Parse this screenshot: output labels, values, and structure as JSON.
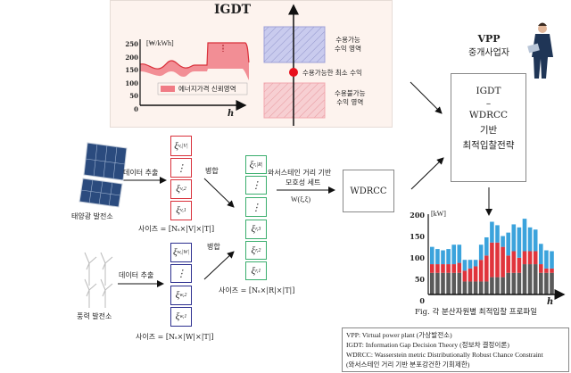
{
  "igdt_panel": {
    "title": "IGDT",
    "price_chart": {
      "unit": "[₩/kWh]",
      "y_ticks": [
        "250",
        "200",
        "150",
        "100",
        "50",
        "0"
      ],
      "x_label": "h",
      "legend": "에너지가격 신뢰영역"
    },
    "acceptable_region": [
      "수용가능",
      "수익 영역"
    ],
    "min_profit": "수용가능한 최소 수익",
    "unacceptable_region": [
      "수용불가능",
      "수익 영역"
    ],
    "colors": {
      "panel_bg": "#fdf3ee",
      "band": "#f07b85",
      "line": "#d9303a",
      "accept": "#9ea0d8",
      "reject": "#f2a7ad"
    }
  },
  "vpp": {
    "title": "VPP",
    "subtitle": "중개사업자"
  },
  "strategy_box": {
    "lines": [
      "IGDT",
      "–",
      "WDRCC",
      "기반",
      "최적입찰전략"
    ]
  },
  "wdrcc_box": {
    "label": "WDRCC"
  },
  "ambiguity": {
    "line1": "와서스테인 거리 기반",
    "line2": "모호성 세트",
    "formula": "W(ξ,ξ)",
    "formula_sub": "r  r"
  },
  "solar": {
    "label": "태양광 발전소",
    "extract": "데이터 추출",
    "merge": "병합",
    "cells": [
      {
        "sym": "ξ",
        "sub": "v,|V|"
      },
      {
        "sym": "⋮",
        "sub": ""
      },
      {
        "sym": "ξ",
        "sub": "v,2"
      },
      {
        "sym": "ξ",
        "sub": "v,1"
      }
    ],
    "size": "사이즈 = [Nₛ×|V|×|T|]"
  },
  "wind": {
    "label": "풍력 발전소",
    "extract": "데이터 추출",
    "merge": "병합",
    "cells": [
      {
        "sym": "ξ",
        "sub": "w,|W|"
      },
      {
        "sym": "⋮",
        "sub": ""
      },
      {
        "sym": "ξ",
        "sub": "w,2"
      },
      {
        "sym": "ξ",
        "sub": "w,1"
      }
    ],
    "size": "사이즈 = [Nₛ×|W|×|T|]"
  },
  "merged": {
    "cells": [
      {
        "sym": "ξ",
        "sub": "r,|R|"
      },
      {
        "sym": "⋮",
        "sub": ""
      },
      {
        "sym": "⋮",
        "sub": ""
      },
      {
        "sym": "ξ",
        "sub": "r,3"
      },
      {
        "sym": "ξ",
        "sub": "r,2"
      },
      {
        "sym": "ξ",
        "sub": "r,1"
      }
    ],
    "size": "사이즈 = [Nₛ×|R|×|T|]"
  },
  "chart_data": {
    "type": "bar",
    "stacked": true,
    "ylabel": "[kW]",
    "xlabel": "h",
    "ylim": [
      0,
      200
    ],
    "y_ticks": [
      0,
      50,
      100,
      150,
      200
    ],
    "caption": "Fig. 각 분산자원별 최적입찰 프로파일",
    "series": [
      {
        "color": "#5a5a5a",
        "values": [
          50,
          50,
          50,
          50,
          50,
          50,
          30,
          30,
          30,
          30,
          30,
          40,
          40,
          40,
          50,
          50,
          50,
          70,
          70,
          70,
          50,
          50,
          50
        ]
      },
      {
        "color": "#e0343c",
        "values": [
          20,
          20,
          20,
          20,
          20,
          23,
          25,
          30,
          35,
          50,
          60,
          80,
          80,
          70,
          40,
          50,
          35,
          30,
          30,
          30,
          20,
          10,
          10
        ]
      },
      {
        "color": "#3ba3dc",
        "values": [
          40,
          35,
          32,
          35,
          45,
          42,
          25,
          20,
          15,
          35,
          42,
          48,
          40,
          25,
          53,
          62,
          70,
          75,
          55,
          50,
          47,
          42,
          40
        ]
      }
    ]
  },
  "glossary": [
    "VPP: Virtual power plant (가상발전소)",
    "IGDT: Information Gap Decision Theory (정보차 결정이론)",
    "WDRCC: Wasserstein metric Distributionally Robust Chance Constraint",
    "(와서스테인 거리 기반 분포강건한 기회제한)"
  ]
}
